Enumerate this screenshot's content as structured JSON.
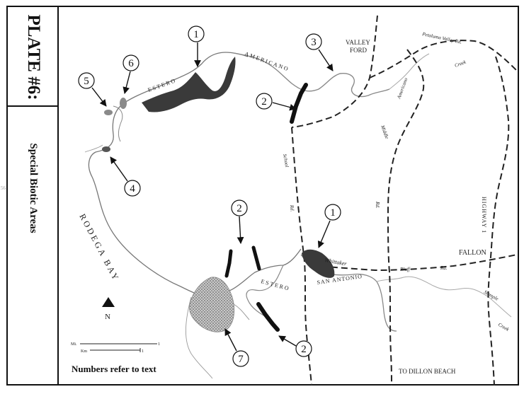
{
  "plate": {
    "title": "PLATE #6:",
    "subtitle": "Special Biotic Areas",
    "note": "Numbers refer to text",
    "margin_mark": "56"
  },
  "map": {
    "place_labels": {
      "valley_ford": [
        "VALLEY",
        "FORD"
      ],
      "fallon": "FALLON",
      "bodega_bay": "RODEGA  BAY",
      "estero_north": "ESTERO",
      "americano": "AMERICANO",
      "estero_south": "ESTERO",
      "whittaker": "Whittaker",
      "san_antonio": "SAN ANTONIO",
      "petaluma_valley_rd": "Petaluma Valley Rd.",
      "creek_ne": "Creek",
      "americano_creek": "Americano",
      "middle_rd": "Middle",
      "rd_mid": "Rd.",
      "school_rd": "School",
      "rd_school": "Rd.",
      "bluff_rd": "Bluff",
      "bluff_rd_suffix": "Rd.",
      "highway": "HIGHWAY 1",
      "stemple_creek": "Stemple",
      "creek_se": "Creek",
      "to_dillon_beach": "TO DILLON BEACH"
    },
    "callouts": [
      "1",
      "3",
      "6",
      "5",
      "2",
      "4",
      "2",
      "1",
      "2",
      "7"
    ],
    "north_label": "N",
    "scale": {
      "miles_label": "Mi.",
      "km_label": "Km",
      "mi_value": "1",
      "km_value": "1"
    },
    "colors": {
      "special_area": "#3a3a3a",
      "stipple_area": "#9a9a9a",
      "ink": "#222222"
    }
  }
}
